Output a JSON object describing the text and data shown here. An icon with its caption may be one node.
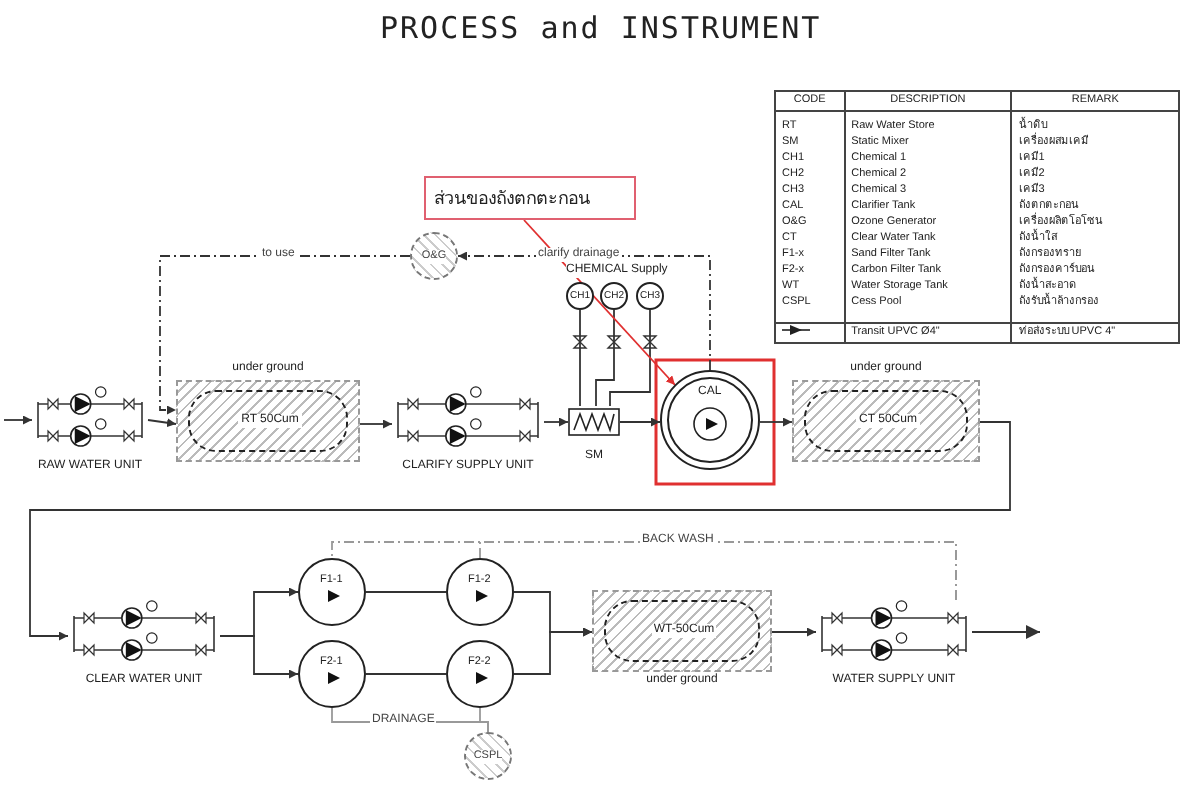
{
  "diagram": {
    "title": "PROCESS and INSTRUMENT",
    "nodes": [
      {
        "text": [
          "RAW WATER UNIT"
        ]
      },
      {
        "text": [
          "under ground",
          "RT 50Cum"
        ]
      },
      {
        "text": [
          "CLARIFY SUPPLY UNIT"
        ]
      },
      {
        "text": [
          "SM"
        ]
      },
      {
        "text": [
          "CH1"
        ]
      },
      {
        "text": [
          "CH2"
        ]
      },
      {
        "text": [
          "CH3"
        ]
      },
      {
        "text": [
          "CAL"
        ]
      },
      {
        "text": [
          "O&G"
        ]
      },
      {
        "text": [
          "under ground",
          "CT 50Cum"
        ]
      },
      {
        "text": [
          "CLEAR WATER UNIT"
        ]
      },
      {
        "text": [
          "F1-1"
        ]
      },
      {
        "text": [
          "F1-2"
        ]
      },
      {
        "text": [
          "F2-1"
        ]
      },
      {
        "text": [
          "F2-2"
        ]
      },
      {
        "text": [
          "WT-50Cum",
          "under ground"
        ]
      },
      {
        "text": [
          "WATER SUPPLY UNIT"
        ]
      },
      {
        "text": [
          "CSPL"
        ]
      },
      {
        "text": [
          "ส่วนของถังตกตะกอน"
        ]
      }
    ],
    "edges": [
      {
        "from": null,
        "to": 0,
        "arrow": "to"
      },
      {
        "from": 0,
        "to": 1,
        "arrow": "to"
      },
      {
        "from": 1,
        "to": 2,
        "arrow": "to"
      },
      {
        "from": 2,
        "to": 3,
        "arrow": "to"
      },
      {
        "from": 4,
        "to": 3,
        "arrow": "none"
      },
      {
        "from": 5,
        "to": 3,
        "arrow": "none"
      },
      {
        "from": 6,
        "to": 3,
        "arrow": "none"
      },
      {
        "from": 3,
        "to": 7,
        "arrow": "to"
      },
      {
        "from": 7,
        "to": 8,
        "arrow": "to",
        "label": "clarify drainage",
        "style": "dashed"
      },
      {
        "from": 8,
        "to": 1,
        "arrow": "to",
        "label": "to use",
        "style": "dashed"
      },
      {
        "from": 7,
        "to": 9,
        "arrow": "to"
      },
      {
        "from": 9,
        "to": 10,
        "arrow": "to"
      },
      {
        "from": 10,
        "to": 11,
        "arrow": "to"
      },
      {
        "from": 10,
        "to": 13,
        "arrow": "to"
      },
      {
        "from": 11,
        "to": 12,
        "arrow": "none"
      },
      {
        "from": 13,
        "to": 14,
        "arrow": "none"
      },
      {
        "from": 12,
        "to": 15,
        "arrow": "to"
      },
      {
        "from": 14,
        "to": 15,
        "arrow": "to"
      },
      {
        "from": 15,
        "to": 16,
        "arrow": "to"
      },
      {
        "from": 16,
        "to": null,
        "arrow": "to"
      },
      {
        "from": 16,
        "to": 11,
        "arrow": "none",
        "style": "dashed",
        "color": "#999999"
      },
      {
        "from": 16,
        "to": 12,
        "arrow": "none",
        "style": "dashed",
        "color": "#999999",
        "label": "BACK WASH"
      },
      {
        "from": 13,
        "to": 17,
        "arrow": "none",
        "color": "#999999",
        "label": "DRAINAGE"
      },
      {
        "from": 14,
        "to": 17,
        "arrow": "none",
        "color": "#999999"
      },
      {
        "from": 18,
        "to": 7,
        "arrow": "to",
        "color": "#e03030"
      }
    ],
    "labels": [
      "CHEMICAL Supply",
      "CODE",
      "DESCRIPTION",
      "REMARK",
      "RT",
      "Raw Water Store",
      "น้ำดิบ",
      "SM",
      "Static Mixer",
      "เครื่องผสมเคมี",
      "CH1",
      "Chemical 1",
      "เคมี1",
      "CH2",
      "Chemical 2",
      "เคมี2",
      "CH3",
      "Chemical 3",
      "เคมี3",
      "CAL",
      "Clarifier Tank",
      "ถังตกตะกอน",
      "O&G",
      "Ozone Generator",
      "เครื่องผลิตโอโซน",
      "CT",
      "Clear Water Tank",
      "ถังน้ำใส",
      "F1-x",
      "Sand Filter Tank",
      "ถังกรองทราย",
      "F2-x",
      "Carbon Filter Tank",
      "ถังกรองคาร์บอน",
      "WT",
      "Water Storage Tank",
      "ถังน้ำสะอาด",
      "CSPL",
      "Cess Pool",
      "ถังรับน้ำล้างกรอง",
      "Transit UPVC Ø4\"",
      "ท่อส่งระบบ UPVC 4\""
    ]
  }
}
